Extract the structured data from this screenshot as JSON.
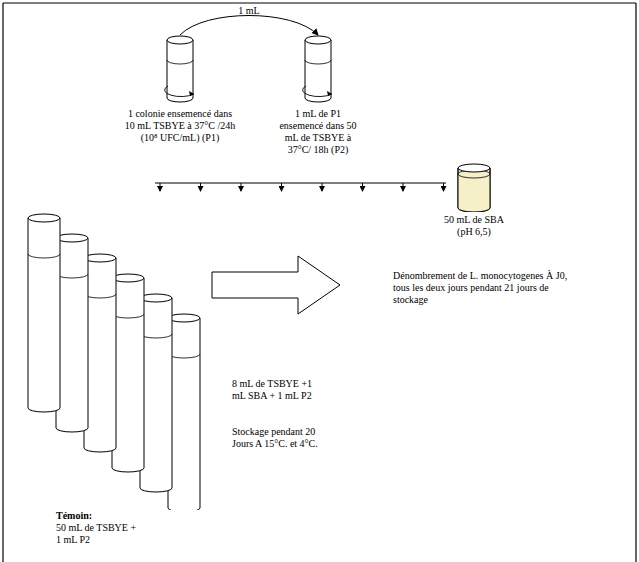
{
  "diagram": {
    "nodes": [
      {
        "text": [
          "1 colonie ensemencé dans 10 mL TSBYE à 37°C /24h (10⁸ UFC/mL) (P1)"
        ]
      },
      {
        "text": [
          "1 mL de P1 ensemencé dans 50 mL de TSBYE à 37°C/ 18h (P2)"
        ]
      },
      {
        "text": [
          "50 mL de SBA (pH 6,5)"
        ]
      },
      {
        "text": [
          "Témoin:",
          "50 mL de TSBYE + 1 mL P2"
        ]
      }
    ],
    "edges": [
      {
        "from": 0,
        "to": 1,
        "arrow": "to",
        "label": "1 mL"
      }
    ],
    "labels": [
      "8 mL de TSBYE +1 mL SBA + 1 mL P2",
      "Stockage pendant 20 Jours A 15°C. et 4°C.",
      "Dénombrement de L. monocytogenes À J0, tous les deux jours pendant 21 jours de stockage"
    ]
  }
}
